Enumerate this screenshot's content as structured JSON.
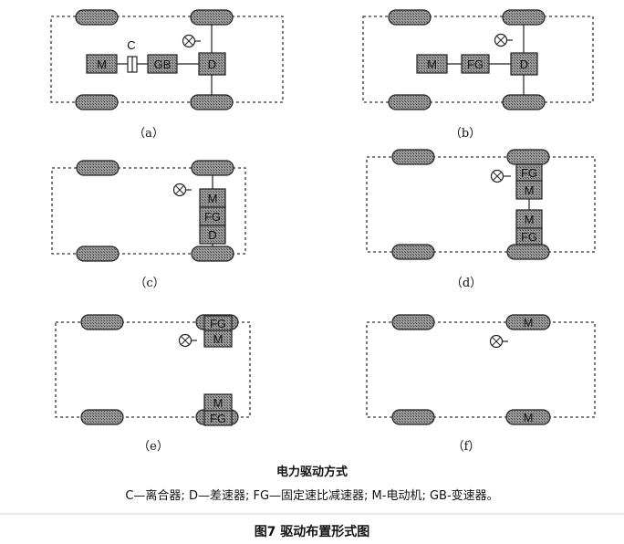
{
  "panels": [
    {
      "id": "a",
      "label": "（a）",
      "blocks": {
        "m": "M",
        "c": "C",
        "gb": "GB",
        "d": "D"
      }
    },
    {
      "id": "b",
      "label": "（b）",
      "blocks": {
        "m": "M",
        "fg": "FG",
        "d": "D"
      }
    },
    {
      "id": "c",
      "label": "（c）",
      "blocks": {
        "m": "M",
        "fg": "FG",
        "d": "D"
      }
    },
    {
      "id": "d",
      "label": "（d）",
      "blocks": {
        "fg1": "FG",
        "m1": "M",
        "m2": "M",
        "fg2": "FG"
      }
    },
    {
      "id": "e",
      "label": "（e）",
      "blocks": {
        "fg1": "FG",
        "m1": "M",
        "m2": "M",
        "fg2": "FG"
      }
    },
    {
      "id": "f",
      "label": "（f）",
      "blocks": {
        "m1": "M",
        "m2": "M"
      }
    }
  ],
  "caption": {
    "title": "电力驱动方式",
    "legend": "C—离合器; D—差速器; FG—固定速比减速器; M-电动机; GB-变速器。"
  },
  "figure_title": "图7  驱动布置形式图"
}
